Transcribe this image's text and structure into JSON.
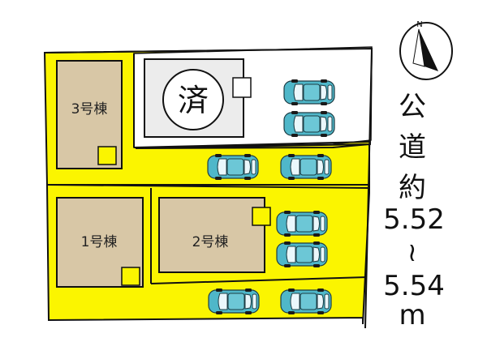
{
  "lots": {
    "lot_3": {
      "label": "3号棟"
    },
    "lot_1": {
      "label": "1号棟"
    },
    "lot_2": {
      "label": "2号棟"
    },
    "sold_lot": {
      "stamp": "済"
    }
  },
  "road": {
    "line_1": "公",
    "line_2": "道",
    "line_3": "約",
    "line_4": "5.52",
    "line_5": "~",
    "line_6": "5.54",
    "line_7": "m"
  },
  "compass": {
    "north_letter": "N"
  },
  "colors": {
    "lot_fill": "#fbf500",
    "house_fill": "#d8c7a6",
    "car_fill": "#4fb7c9"
  }
}
